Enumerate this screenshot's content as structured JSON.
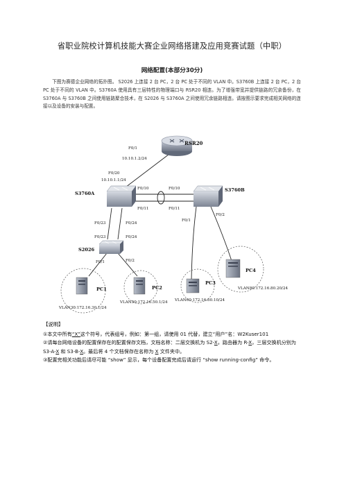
{
  "doc": {
    "title": "省职业院校计算机技能大赛企业网络搭建及应用竞赛试题（中职）",
    "section_title": "网络配置(本部分30分)",
    "intro": "下图为赛德企业网络的拓扑图。 S2026 上连接 2 台 PC，2 台 PC 处于不同的 VLAN 中。S3760B 上连接 2 台 PC，2 台 PC 处于不同的 VLAN 中。S3760A 使用具有三层特性的物理端口与 RSR20 相连。为了增强带宽并提供链路的冗余备份，在 S3760A 与 S3760B 之间使用链路聚合技术，在 S2026 与 S3760A 之间使用冗余链路相连。请按图示要求完成相关网络的连接以及设备的安装与配置。"
  },
  "diagram": {
    "devices": {
      "rsr20": "RSR20",
      "s3760a": "S3760A",
      "s3760b": "S3760B",
      "s2026": "S2026",
      "pc1": "PC1",
      "pc2": "PC2",
      "pc3": "PC3",
      "pc4": "PC4"
    },
    "ports": {
      "rsr_f01": "F0/1",
      "rsr_ip": "10.10.1.2/24",
      "a_f020": "F0/20",
      "a_ip": "10.10.1.1/24",
      "a_f010": "F0/10",
      "a_f011": "F0/11",
      "b_f010": "F0/10",
      "b_f011": "F0/11",
      "b_f01": "F0/1",
      "b_f02": "F0/2",
      "a_f023": "F0/23",
      "a_f024": "F0/24",
      "s_f023": "F0/23",
      "s_f024": "F0/24",
      "s_f01": "F0/1",
      "s_f02": "F0/2"
    },
    "vlans": {
      "pc1": "VLAN30:172.16.30.1/24",
      "pc2": "VLAN50:172.16.50.1/24",
      "pc3": "VLAN60:172.16.60.10/24",
      "pc4": "VLAN80:172.16.80.20/24"
    }
  },
  "notes": {
    "header": "【说明】",
    "n1_a": "①本文中所有",
    "n1_x": "“X”",
    "n1_b": "这个符号，代表组号，例如：第一组，请使用 01 代替，建立“用户”名：W2Kuser101",
    "n2_a": "②请每台网络设备的配置保存在的配置保存文档，文档名称：二层交换机为 S2-",
    "n2_x1": "X",
    "n2_b": "，路由器为 R-",
    "n2_x2": "X",
    "n2_c": "，三层交换机分别为 S3-A-",
    "n2_x3": "X",
    "n2_d": " 和 S3-B-",
    "n2_x4": "X",
    "n2_e": "。最后将 4 个文档保存在名称为 ",
    "n2_x5": "X",
    "n2_f": " 文件夹中。",
    "n3": "③配置完相关功能后请尽可能 “show” 显示，每个设备配置完成后请运行 “show running-config” 命令。"
  }
}
